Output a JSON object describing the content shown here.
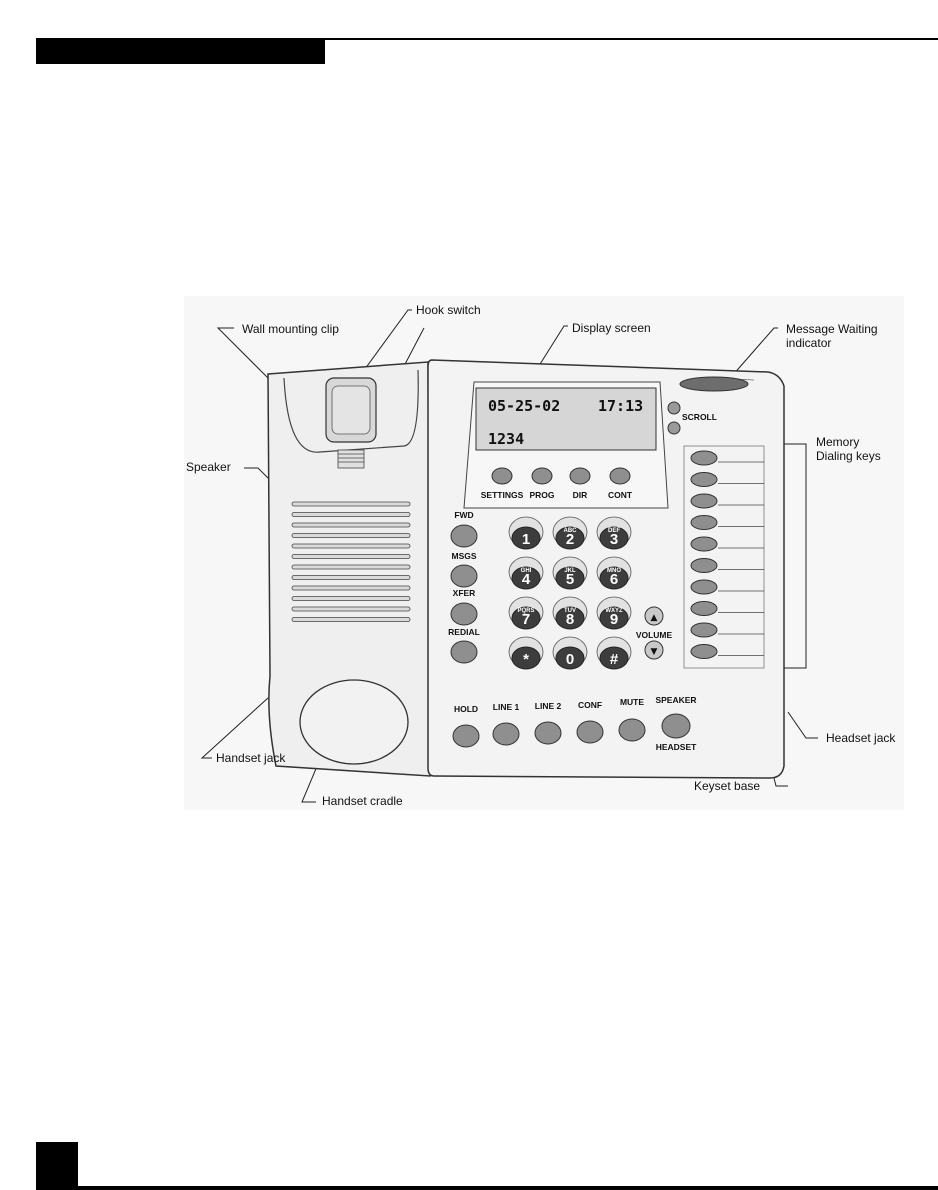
{
  "callouts": {
    "hook_switch": "Hook switch",
    "wall_mounting_clip": "Wall mounting clip",
    "display_screen": "Display screen",
    "message_waiting": "Message Waiting\nindicator",
    "memory_dialing": "Memory\nDialing keys",
    "speaker": "Speaker",
    "handset_jack": "Handset jack",
    "handset_cradle": "Handset cradle",
    "headset_jack": "Headset jack",
    "keyset_base": "Keyset base"
  },
  "display": {
    "date": "05-25-02",
    "time": "17:13",
    "number": "1234"
  },
  "buttons": {
    "scroll": "SCROLL",
    "settings": "SETTINGS",
    "prog": "PROG",
    "dir": "DIR",
    "cont": "CONT",
    "fwd": "FWD",
    "msgs": "MSGS",
    "xfer": "XFER",
    "redial": "REDIAL",
    "volume": "VOLUME",
    "hold": "HOLD",
    "line1": "LINE 1",
    "line2": "LINE 2",
    "conf": "CONF",
    "mute": "MUTE",
    "speaker": "SPEAKER",
    "headset": "HEADSET"
  },
  "keypad": [
    {
      "main": "1",
      "sub": ""
    },
    {
      "main": "2",
      "sub": "ABC"
    },
    {
      "main": "3",
      "sub": "DEF"
    },
    {
      "main": "4",
      "sub": "GHI"
    },
    {
      "main": "5",
      "sub": "JKL"
    },
    {
      "main": "6",
      "sub": "MNO"
    },
    {
      "main": "7",
      "sub": "PQRS"
    },
    {
      "main": "8",
      "sub": "TUV"
    },
    {
      "main": "9",
      "sub": "WXYZ"
    },
    {
      "main": "*",
      "sub": ""
    },
    {
      "main": "0",
      "sub": ""
    },
    {
      "main": "#",
      "sub": ""
    }
  ],
  "memory_key_count": 10
}
